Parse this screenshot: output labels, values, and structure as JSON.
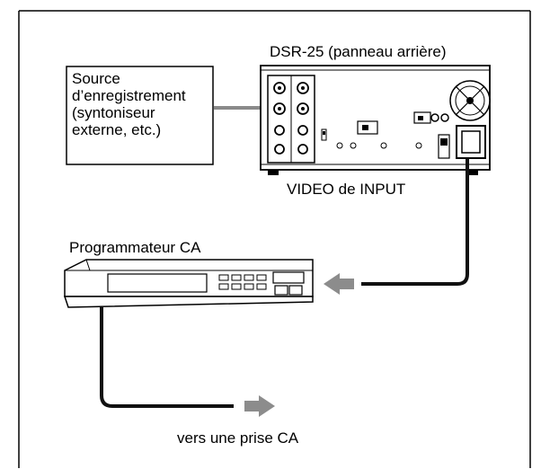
{
  "labels": {
    "device": "DSR-25 (panneau arrière)",
    "source_lines": [
      "Source",
      "d’enregistrement",
      "(syntoniseur",
      "externe, etc.)"
    ],
    "video_input": "VIDEO de INPUT",
    "timer": "Programmateur CA",
    "outlet": "vers une prise CA"
  },
  "colors": {
    "line": "#000000",
    "cable": "#111111",
    "video_cable": "#8a8a8a",
    "arrow": "#8c8c8c",
    "panel_fill": "#ffffff"
  },
  "icons": [
    "fan-icon",
    "power-inlet-icon",
    "right-arrow-icon",
    "left-arrow-icon"
  ]
}
